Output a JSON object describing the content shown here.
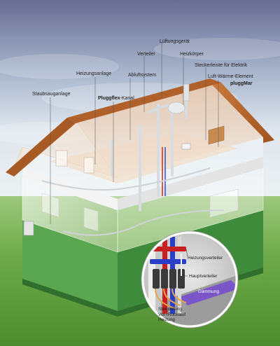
{
  "labels": {
    "lueftungsgeraet": "Lüftungsgerät",
    "verteiler": "Verteiler",
    "heizkoerper": "Heizkörper",
    "steckerleiste": "Steckerleiste für Elektrik",
    "heizungsanlage": "Heizungsanlage",
    "abluftsystem": "Abluftsystem",
    "luft_waerme_element": "Luft-Wärme-Element",
    "pluggmar": "pluggMar",
    "staubsauganlage": "Staubsauganlage",
    "pluggflex_kanal_bold": "Pluggflex",
    "pluggflex_kanal_rest": "-Kanal"
  },
  "inset": {
    "heizungsverteiler": "Heizungsverteiler",
    "hauptverteiler": "Hauptverteiler",
    "daemmung": "Dämmung",
    "steigleitung": [
      "Steigleitung",
      "Vor-/Rücklauf",
      "Heizung"
    ]
  },
  "colors": {
    "sky_top": "#6a6f96",
    "sky_bottom": "#e6ecf1",
    "grass": "#6fae4a",
    "roof": "#b8652a",
    "house_base": "#4a9a45",
    "manifold_red": "#c82020",
    "manifold_blue": "#2a3ec8",
    "insulation": "#7a56c8"
  }
}
